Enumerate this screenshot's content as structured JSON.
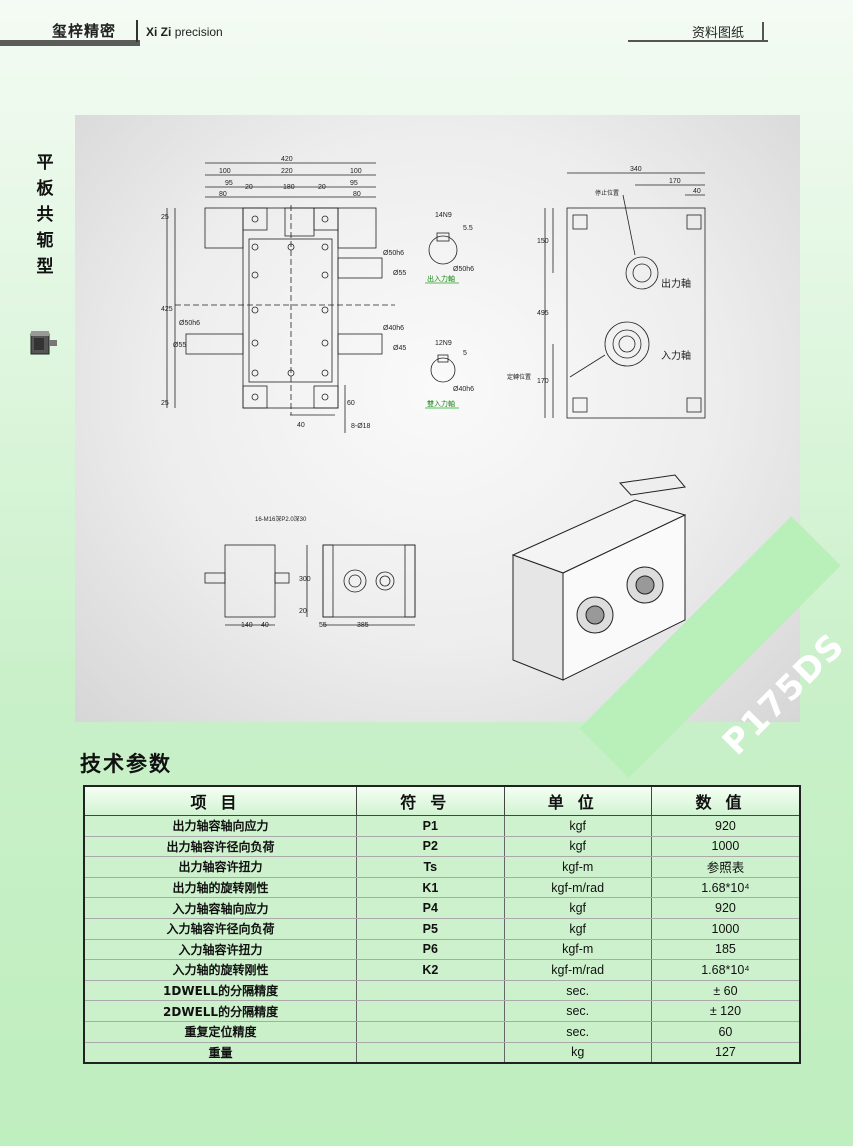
{
  "header": {
    "brand_cn": "玺梓精密",
    "brand_en_bold": "Xi Zi",
    "brand_en": "precision",
    "doc_type": "资料图纸"
  },
  "side": {
    "title": [
      "平",
      "板",
      "共",
      "轭",
      "型"
    ]
  },
  "model": "P175DS",
  "drawing": {
    "dims_top": [
      "420",
      "100",
      "220",
      "100",
      "95",
      "20",
      "180",
      "20",
      "95",
      "80",
      "80"
    ],
    "dims_left": [
      "25",
      "425",
      "25",
      "Ø50h6",
      "Ø55"
    ],
    "dims_mid": [
      "Ø50h6",
      "Ø55",
      "Ø40h6",
      "Ø45"
    ],
    "dims_bottom": [
      "40",
      "60",
      "8-Ø18"
    ],
    "key1": [
      "14N9",
      "5.5",
      "Ø50h6"
    ],
    "key1_label": "出入力軸",
    "key2": [
      "12N9",
      "5",
      "Ø40h6"
    ],
    "key2_label": "雙入力軸",
    "side_dims": [
      "340",
      "170",
      "40",
      "150",
      "495",
      "170"
    ],
    "label_stop": "停止位置",
    "label_output": "出力軸",
    "label_input": "入力軸",
    "label_pos": "定轉位置",
    "bottom_note": "16-M16深P2.0深30",
    "bottom_dims": [
      "300",
      "20",
      "140",
      "40",
      "55",
      "385"
    ]
  },
  "section_title": "技术参数",
  "table": {
    "headers": [
      "项目",
      "符号",
      "单位",
      "数值"
    ],
    "rows": [
      [
        "出力轴容轴向应力",
        "P1",
        "kgf",
        "920"
      ],
      [
        "出力轴容许径向负荷",
        "P2",
        "kgf",
        "1000"
      ],
      [
        "出力轴容许扭力",
        "Ts",
        "kgf-m",
        "参照表"
      ],
      [
        "出力轴的旋转刚性",
        "K1",
        "kgf-m/rad",
        "1.68*10⁴"
      ],
      [
        "入力轴容轴向应力",
        "P4",
        "kgf",
        "920"
      ],
      [
        "入力轴容许径向负荷",
        "P5",
        "kgf",
        "1000"
      ],
      [
        "入力轴容许扭力",
        "P6",
        "kgf-m",
        "185"
      ],
      [
        "入力轴的旋转刚性",
        "K2",
        "kgf-m/rad",
        "1.68*10⁴"
      ],
      [
        "1DWELL的分隔精度",
        "",
        "sec.",
        "± 60"
      ],
      [
        "2DWELL的分隔精度",
        "",
        "sec.",
        "± 120"
      ],
      [
        "重复定位精度",
        "",
        "sec.",
        "60"
      ],
      [
        "重量",
        "",
        "kg",
        "127"
      ]
    ]
  }
}
